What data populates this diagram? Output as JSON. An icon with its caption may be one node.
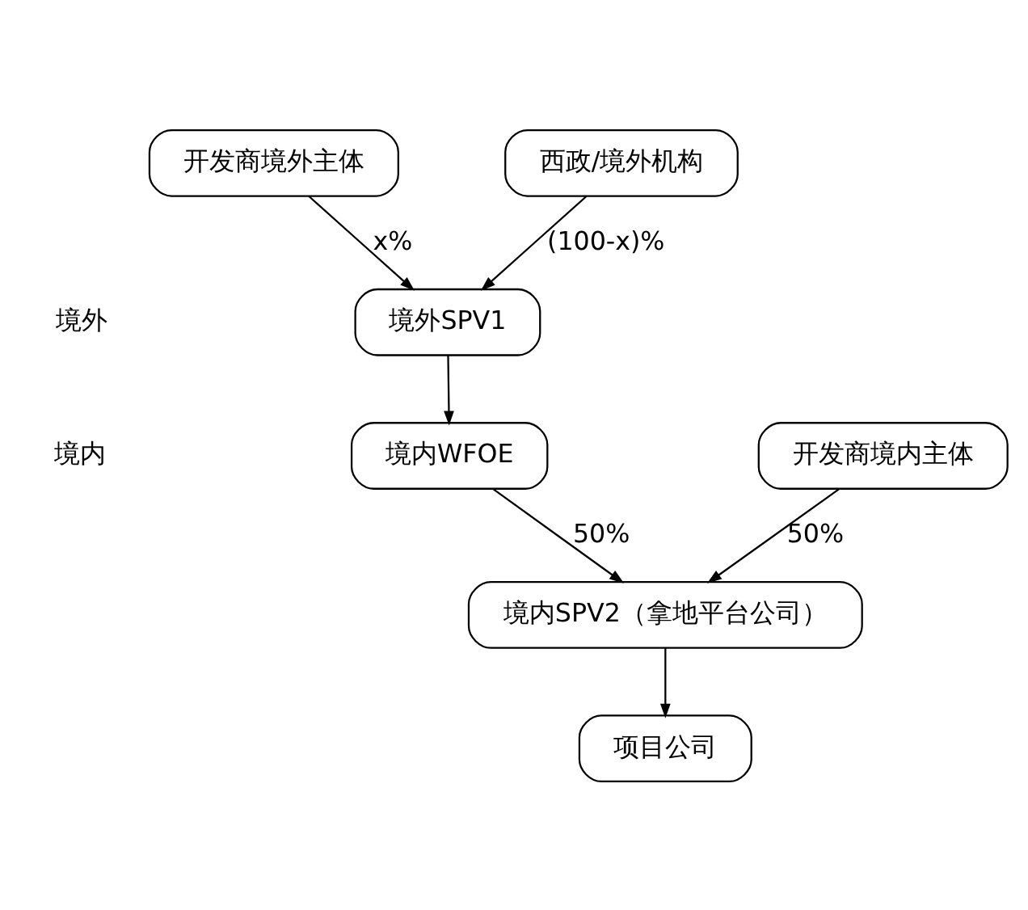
{
  "diagram": {
    "nodes": [
      {
        "text": [
          "开发商境外主体"
        ]
      },
      {
        "text": [
          "西政/境外机构"
        ]
      },
      {
        "text": [
          "境外SPV1"
        ]
      },
      {
        "text": [
          "境内WFOE"
        ]
      },
      {
        "text": [
          "开发商境内主体"
        ]
      },
      {
        "text": [
          "境内SPV2（拿地平台公司）"
        ]
      },
      {
        "text": [
          "项目公司"
        ]
      }
    ],
    "edges": [
      {
        "from": 0,
        "to": 2,
        "arrow": "to",
        "label": "x%"
      },
      {
        "from": 1,
        "to": 2,
        "arrow": "to",
        "label": "(100-x)%"
      },
      {
        "from": 2,
        "to": 3,
        "arrow": "to"
      },
      {
        "from": 3,
        "to": 5,
        "arrow": "to",
        "label": "50%"
      },
      {
        "from": 4,
        "to": 5,
        "arrow": "to",
        "label": "50%"
      },
      {
        "from": 5,
        "to": 6,
        "arrow": "to"
      }
    ],
    "labels": [
      "境外",
      "境内"
    ]
  }
}
